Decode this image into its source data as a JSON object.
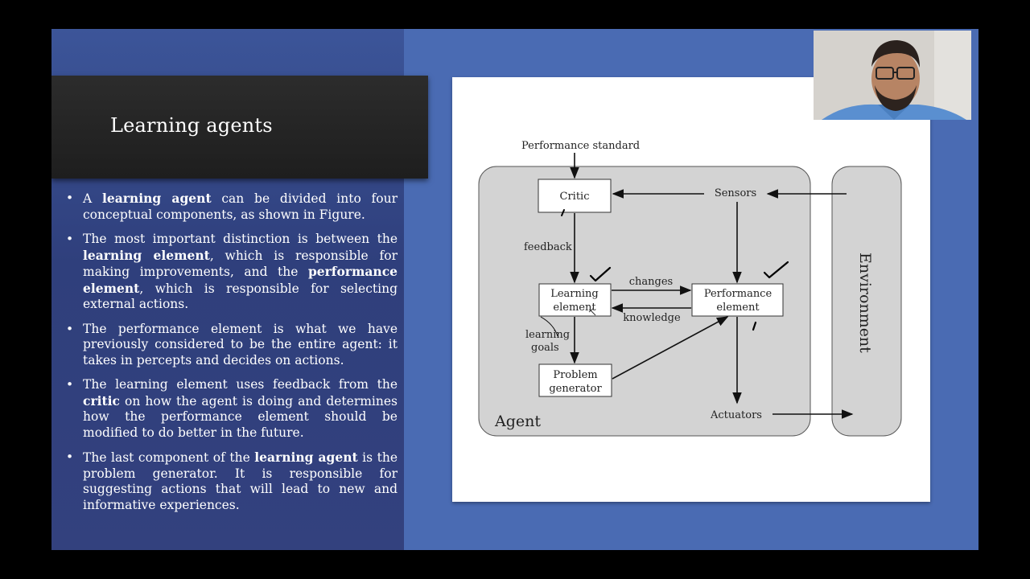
{
  "slide": {
    "title": "Learning agents",
    "bullets": [
      {
        "parts": [
          {
            "text": "A ",
            "bold": false
          },
          {
            "text": "learning agent",
            "bold": true
          },
          {
            "text": " can be divided into four conceptual components, as shown in Figure.",
            "bold": false
          }
        ]
      },
      {
        "parts": [
          {
            "text": "The most important distinction is between the ",
            "bold": false
          },
          {
            "text": "learning element",
            "bold": true
          },
          {
            "text": ", which is responsible for making improvements, and the ",
            "bold": false
          },
          {
            "text": "performance element",
            "bold": true
          },
          {
            "text": ", which is responsible for selecting external actions.",
            "bold": false
          }
        ]
      },
      {
        "parts": [
          {
            "text": "The performance element is what we have previously considered to be the entire agent: it takes in percepts and decides on actions.",
            "bold": false
          }
        ]
      },
      {
        "parts": [
          {
            "text": "The learning element uses feedback from the ",
            "bold": false
          },
          {
            "text": "critic",
            "bold": true
          },
          {
            "text": " on how the agent is doing and determines how the performance element should be modified to do better in the future.",
            "bold": false
          }
        ]
      },
      {
        "parts": [
          {
            "text": "The last component of the ",
            "bold": false
          },
          {
            "text": "learning agent",
            "bold": true
          },
          {
            "text": " is the problem generator. It is responsible for suggesting actions that will lead to new and informative experiences.",
            "bold": false
          }
        ]
      }
    ]
  },
  "diagram": {
    "performance_standard": "Performance standard",
    "critic": "Critic",
    "sensors": "Sensors",
    "feedback": "feedback",
    "changes": "changes",
    "knowledge": "knowledge",
    "learning_element": [
      "Learning",
      "element"
    ],
    "performance_element": [
      "Performance",
      "element"
    ],
    "learning_goals": [
      "learning",
      "goals"
    ],
    "problem_generator": [
      "Problem",
      "generator"
    ],
    "actuators": "Actuators",
    "agent": "Agent",
    "environment": "Environment"
  },
  "colors": {
    "slide_blue": "#4a6bb3",
    "title_bar": "#222222",
    "diagram_gray": "#d3d3d3"
  }
}
